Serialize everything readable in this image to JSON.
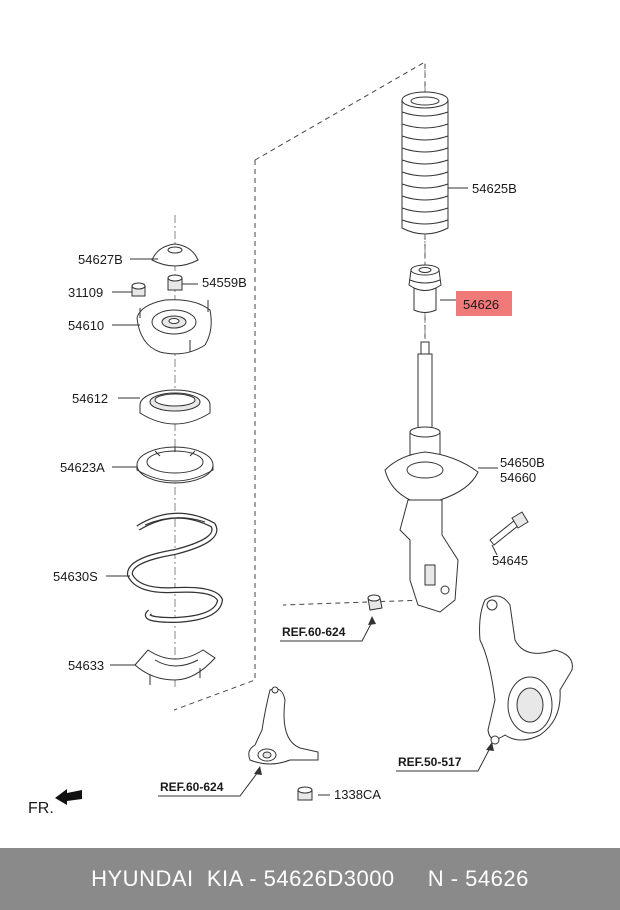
{
  "labels": {
    "p54625B": "54625B",
    "p54626": "54626",
    "p54627B": "54627B",
    "p54559B": "54559B",
    "p31109": "31109",
    "p54610": "54610",
    "p54612": "54612",
    "p54623A": "54623A",
    "p54630S": "54630S",
    "p54633": "54633",
    "p54650B": "54650B",
    "p54660": "54660",
    "p54645": "54645",
    "p1338CA": "1338CA"
  },
  "refs": {
    "ref1": "REF.60-624",
    "ref2": "REF.60-624",
    "ref3": "REF.50-517"
  },
  "front_marker": "FR.",
  "highlight_color": "#f07a7a",
  "footer": {
    "brand": "HYUNDAI  KIA - 54626D3000",
    "part_number": "N - 54626"
  }
}
